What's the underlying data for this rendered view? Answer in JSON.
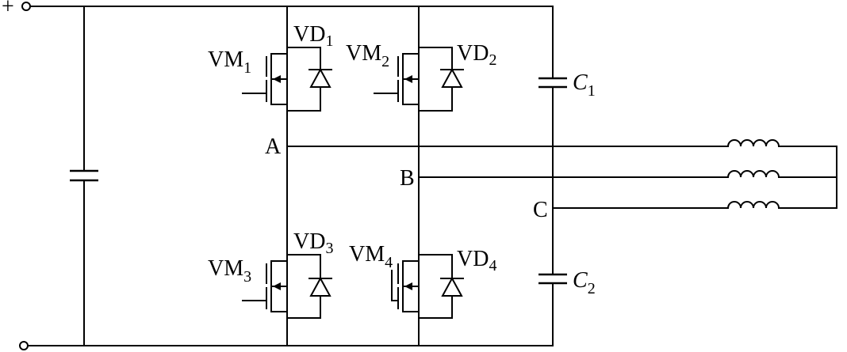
{
  "terminals": {
    "positive": "+"
  },
  "transistors": [
    {
      "id": "VM1",
      "name": "VM",
      "sub": "1"
    },
    {
      "id": "VM2",
      "name": "VM",
      "sub": "2"
    },
    {
      "id": "VM3",
      "name": "VM",
      "sub": "3"
    },
    {
      "id": "VM4",
      "name": "VM",
      "sub": "4"
    }
  ],
  "diodes": [
    {
      "id": "VD1",
      "name": "VD",
      "sub": "1"
    },
    {
      "id": "VD2",
      "name": "VD",
      "sub": "2"
    },
    {
      "id": "VD3",
      "name": "VD",
      "sub": "3"
    },
    {
      "id": "VD4",
      "name": "VD",
      "sub": "4"
    }
  ],
  "capacitors": [
    {
      "id": "C1",
      "name": "C",
      "sub": "1"
    },
    {
      "id": "C2",
      "name": "C",
      "sub": "2"
    }
  ],
  "nodes": {
    "a": "A",
    "b": "B",
    "c": "C"
  }
}
